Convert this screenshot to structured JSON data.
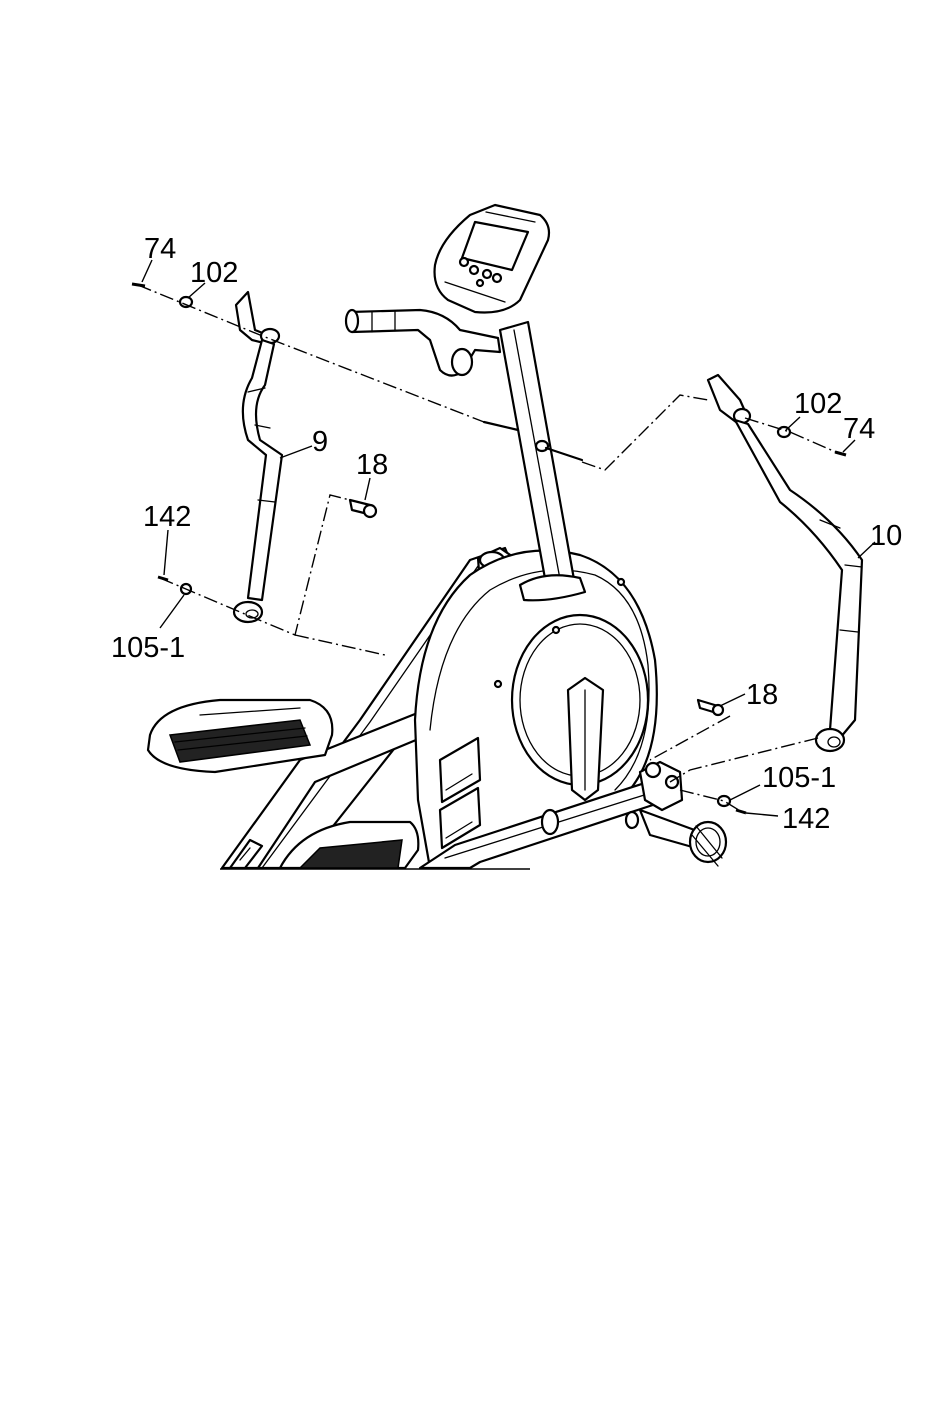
{
  "callouts": {
    "left_screw_74": "74",
    "left_washer_102": "102",
    "left_arm_9": "9",
    "left_pin_18": "18",
    "left_bolt_142": "142",
    "left_washer_105_1": "105-1",
    "right_washer_102": "102",
    "right_screw_74": "74",
    "right_arm_10": "10",
    "right_pin_18": "18",
    "right_washer_105_1": "105-1",
    "right_bolt_142": "142"
  }
}
